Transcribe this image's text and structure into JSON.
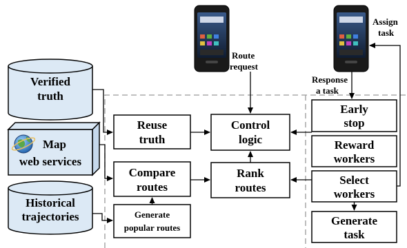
{
  "sources": {
    "verified_truth": [
      "Verified",
      "truth"
    ],
    "map_services": [
      "Map",
      "web services"
    ],
    "historical": [
      "Historical",
      "trajectories"
    ]
  },
  "middle": {
    "reuse_truth": [
      "Reuse",
      "truth"
    ],
    "compare_routes": [
      "Compare",
      "routes"
    ],
    "generate_popular": [
      "Generate",
      "popular routes"
    ],
    "control_logic": [
      "Control",
      "logic"
    ],
    "rank_routes": [
      "Rank",
      "routes"
    ]
  },
  "right": {
    "early_stop": [
      "Early",
      "stop"
    ],
    "reward_workers": [
      "Reward",
      "workers"
    ],
    "select_workers": [
      "Select",
      "workers"
    ],
    "generate_task": [
      "Generate",
      "task"
    ]
  },
  "annotations": {
    "route_request": [
      "Route",
      "request"
    ],
    "response_task": [
      "Response",
      "a task"
    ],
    "assign_task": [
      "Assign",
      "task"
    ]
  },
  "colors": {
    "cylinder_fill": "#dce9f5",
    "box_fill": "#ffffff",
    "stroke": "#000000",
    "dashed": "#999999"
  },
  "icons": [
    "smartphone-icon",
    "smartphone-icon",
    "globe-icon"
  ]
}
